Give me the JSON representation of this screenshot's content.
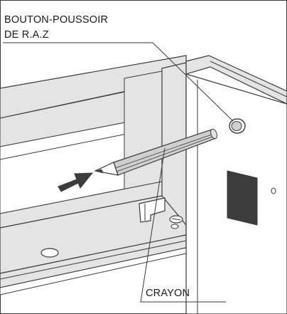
{
  "labels": {
    "reset_button_line1": "BOUTON-POUSSOIR",
    "reset_button_line2": "DE R.A.Z",
    "pencil": "CRAYON"
  },
  "colors": {
    "line": "#3a3a3a",
    "panel_fill": "#e4e4e4",
    "dark_fill": "#3c3c3c",
    "pencil_fill": "#cfcfcf",
    "white": "#ffffff"
  },
  "icons": {
    "arrow": "push-direction-arrow-icon",
    "button": "reset-button-icon",
    "vent": "vent-grille-icon"
  }
}
